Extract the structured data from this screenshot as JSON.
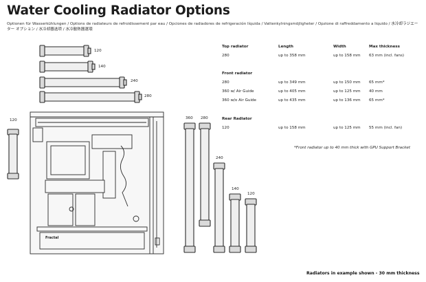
{
  "title": "Water Cooling Radiator Options",
  "subtitle": "Optionen für Wasserkühlungen / Options de radiateurs de refroidissement par eau / Opciones de radiadores de refrigeración líquida / Vattenkylningsmöjligheter / Opzione di raffreddamento a liquido / 水冷却ラジエーター オプション / 水冷却器选项 / 水冷散熱器選項",
  "left_radiators": [
    "120",
    "140",
    "240",
    "280"
  ],
  "side_radiator": "120",
  "case_brand": "Fractal",
  "front_radiators": [
    "360",
    "280",
    "240",
    "140",
    "120"
  ],
  "specs": {
    "headers": [
      "Top radiator",
      "Length",
      "Width",
      "Max thickness"
    ],
    "top_rows": [
      [
        "280",
        "up to 358 mm",
        "up to 158 mm",
        "63 mm (incl. fans)"
      ]
    ],
    "front_section": "Front radiator",
    "front_rows": [
      [
        "280",
        "up to 349 mm",
        "up to 150 mm",
        "65 mm*"
      ],
      [
        "360 w/ Air Guide",
        "up to 405 mm",
        "up to 125 mm",
        "40 mm"
      ],
      [
        "360 w/o Air Guide",
        "up to 435 mm",
        "up to 136 mm",
        "65 mm*"
      ]
    ],
    "rear_section": "Rear Radiator",
    "rear_rows": [
      [
        "120",
        "up to 158 mm",
        "up to 125 mm",
        "55 mm (incl. fan)"
      ]
    ]
  },
  "note": "*Front radiator up to 40 mm thick with GPU Support Bracket",
  "footer": "Radiators in example shown - 30 mm thickness"
}
